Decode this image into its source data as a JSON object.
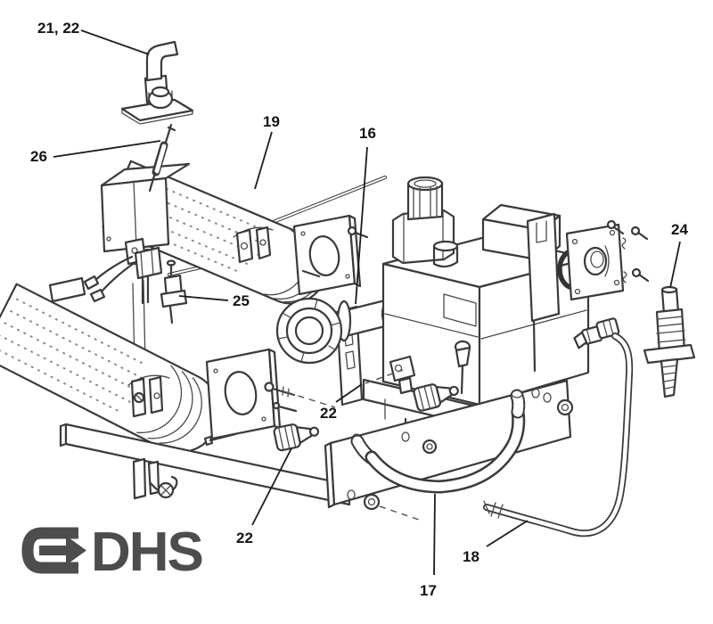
{
  "diagram": {
    "background": "#ffffff",
    "line_color": "#3a3a3a",
    "label_color": "#141414",
    "logo": {
      "text": "DHS",
      "color": "#4d4d4d",
      "icon": "arrow-right-logo-icon"
    },
    "callouts": {
      "c21_22": "21, 22",
      "c26": "26",
      "c19": "19",
      "c16": "16",
      "c25": "25",
      "c22_mid": "22",
      "c22_bottom": "22",
      "c24": "24",
      "c18": "18",
      "c17": "17"
    }
  }
}
